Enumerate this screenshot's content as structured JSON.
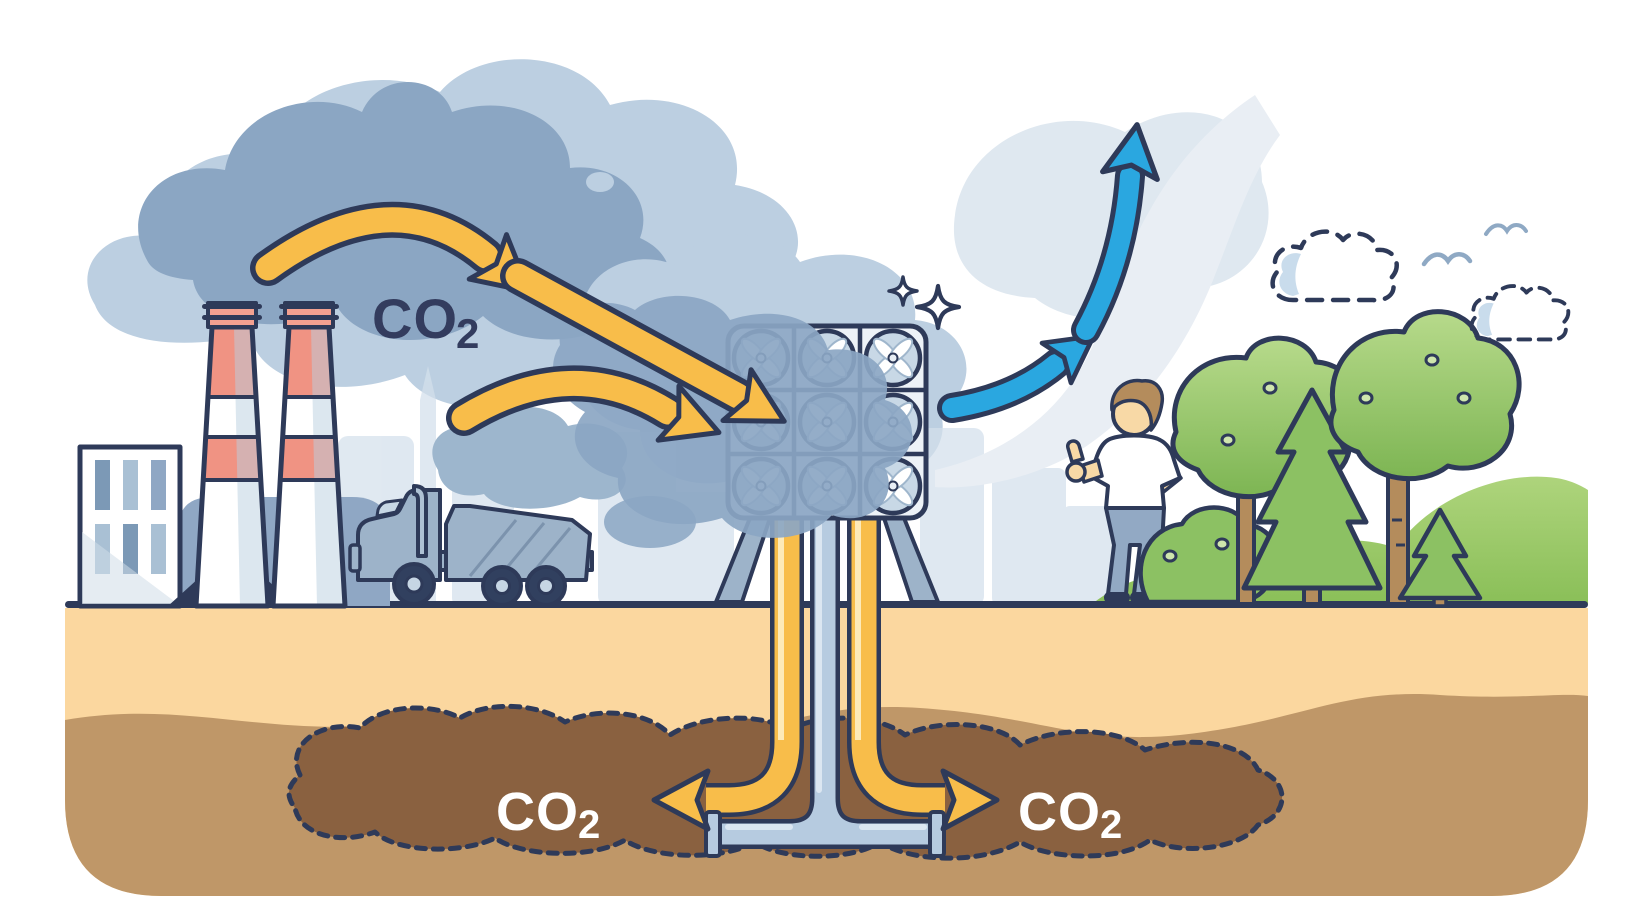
{
  "scene": {
    "labels": {
      "co2_air": {
        "main": "CO",
        "sub": "2"
      },
      "co2_ground_left": {
        "main": "CO",
        "sub": "2"
      },
      "co2_ground_right": {
        "main": "CO",
        "sub": "2"
      }
    },
    "colors": {
      "outline_navy": "#2e3a59",
      "label_navy": "#333c5e",
      "label_white": "#ffffff",
      "arrow_yellow": "#f8bd4a",
      "arrow_blue": "#2aa7e0",
      "smoke_dark": "#8ba6c3",
      "smoke_light": "#bccfe1",
      "smoke_pale": "#dfe8f0",
      "clean_air_trail": "#e9eef4",
      "ground_tan": "#fbd79f",
      "soil_brown": "#bf9768",
      "reservoir_brown": "#8a6140",
      "pipe_blue": "#b6cbe0",
      "chimney_salmon": "#f09383",
      "machine_fill": "#edf2f7",
      "fan_fill": "#c8d8e6",
      "foliage_green": "#8cc163",
      "trunk_brown": "#b48c5c",
      "skin_tone": "#f8d9a6",
      "pants_blue": "#92a9c4",
      "truck_gray": "#9db3c9",
      "skyline_gray": "#d4e0ec"
    }
  }
}
